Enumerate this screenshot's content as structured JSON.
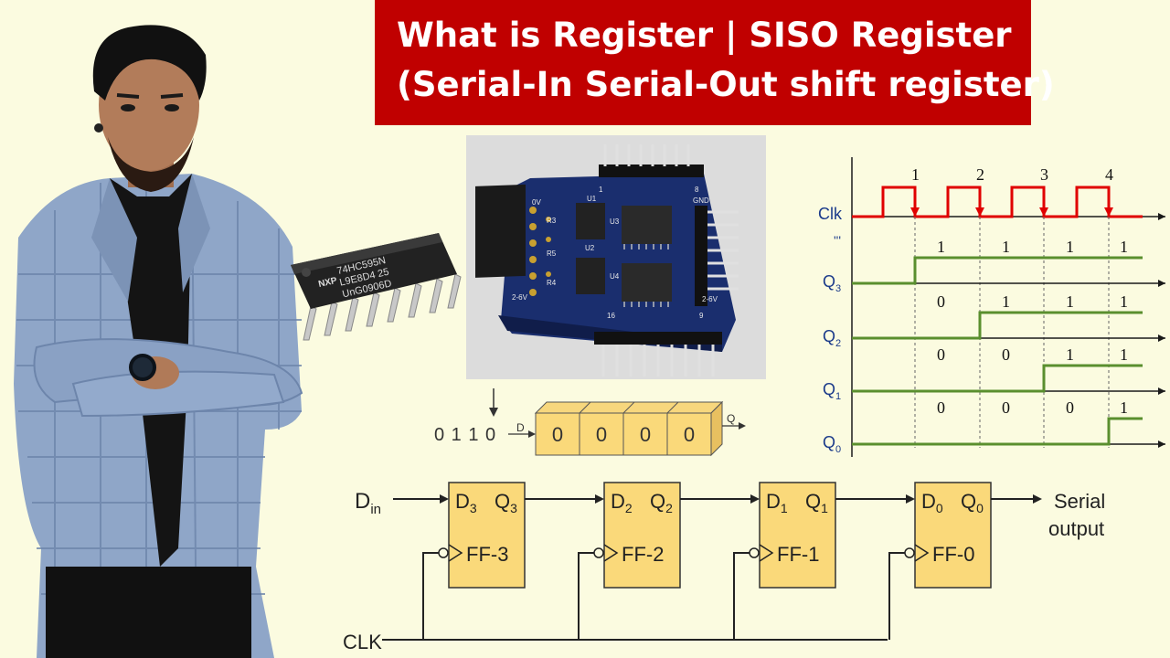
{
  "title": {
    "line1": "What is Register | SISO Register",
    "line2": "(Serial-In Serial-Out shift register)"
  },
  "chip_74hc": {
    "lines": [
      "74HC595N",
      "L9E8D4 25",
      "UnG0906D"
    ],
    "logo": "NXP"
  },
  "pcb": {
    "labels": [
      "U1",
      "U2",
      "U3",
      "U4",
      "2-6V",
      "2-6V",
      "16",
      "9",
      "1",
      "8",
      "R4",
      "R5",
      "R3",
      "GND",
      "0V"
    ]
  },
  "shift_block": {
    "input_bits": "0 1 1 0",
    "d_label": "D",
    "q_label": "Q",
    "cells": [
      "0",
      "0",
      "0",
      "0"
    ]
  },
  "timing": {
    "clk_label": "Clk",
    "dots_label": "'''",
    "pulse_numbers": [
      "1",
      "2",
      "3",
      "4"
    ],
    "rows": [
      {
        "name": "Q",
        "sub": "3",
        "values": [
          "1",
          "1",
          "1",
          "1"
        ]
      },
      {
        "name": "Q",
        "sub": "2",
        "values": [
          "0",
          "1",
          "1",
          "1"
        ]
      },
      {
        "name": "Q",
        "sub": "1",
        "values": [
          "0",
          "0",
          "1",
          "1"
        ]
      },
      {
        "name": "Q",
        "sub": "0",
        "values": [
          "0",
          "0",
          "0",
          "1"
        ]
      }
    ],
    "colors": {
      "clk": "#e00000",
      "q": "#5a8f2e",
      "axis": "#1a1a1a",
      "label": "#1a3a8a"
    }
  },
  "circuit": {
    "din_main": "D",
    "din_sub": "in",
    "clk_label": "CLK",
    "output_line1": "Serial",
    "output_line2": "output",
    "flipflops": [
      {
        "d": "D",
        "d_sub": "3",
        "q": "Q",
        "q_sub": "3",
        "name": "FF-3"
      },
      {
        "d": "D",
        "d_sub": "2",
        "q": "Q",
        "q_sub": "2",
        "name": "FF-2"
      },
      {
        "d": "D",
        "d_sub": "1",
        "q": "Q",
        "q_sub": "1",
        "name": "FF-1"
      },
      {
        "d": "D",
        "d_sub": "0",
        "q": "Q",
        "q_sub": "0",
        "name": "FF-0"
      }
    ],
    "colors": {
      "ff_fill": "#fad97a",
      "ff_stroke": "#333333"
    }
  }
}
